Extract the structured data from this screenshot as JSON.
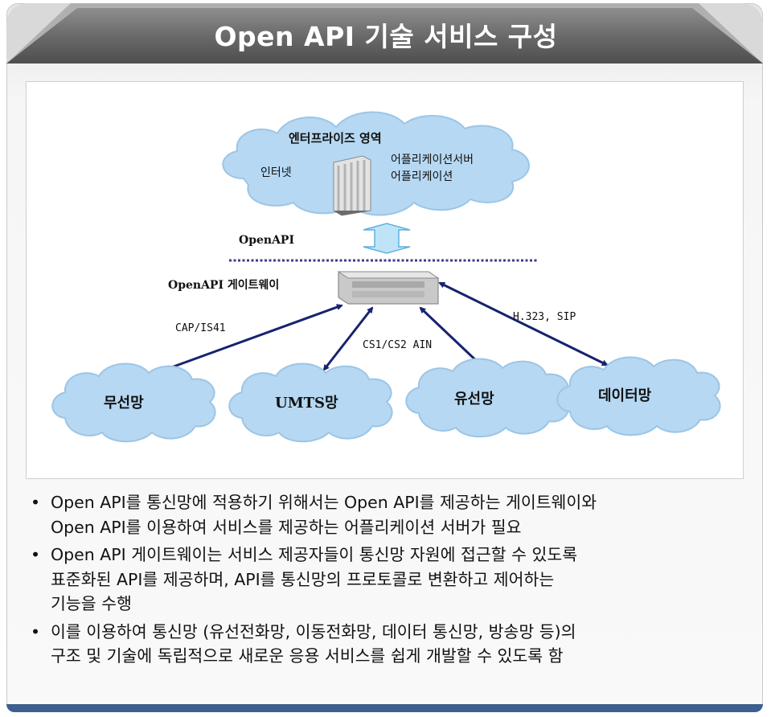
{
  "header": {
    "title": "Open API 기술 서비스 구성"
  },
  "diagram": {
    "enterprise": {
      "title": "엔터프라이즈 영역",
      "internet": "인터넷",
      "app_server": "어플리케이션서버",
      "application": "어플리케이션"
    },
    "openapi_label": "OpenAPI",
    "gateway_label": "OpenAPI 게이트웨이",
    "links": {
      "cap": "CAP/IS41",
      "cs": "CS1/CS2 AIN",
      "h323": "H.323, SIP"
    },
    "networks": {
      "wireless": "무선망",
      "umts": "UMTS망",
      "wired": "유선망",
      "data": "데이터망"
    }
  },
  "bullets": [
    {
      "symbol": "•",
      "lines": [
        "Open API를 통신망에 적용하기 위해서는 Open API를 제공하는 게이트웨이와",
        "Open API를 이용하여 서비스를 제공하는 어플리케이션 서버가 필요"
      ]
    },
    {
      "symbol": "•",
      "lines": [
        "Open API 게이트웨이는 서비스 제공자들이 통신망 자원에 접근할 수 있도록",
        "표준화된 API를 제공하며, API를 통신망의 프로토콜로 변환하고 제어하는",
        "기능을 수행"
      ]
    },
    {
      "symbol": "•",
      "lines": [
        "이를 이용하여 통신망 (유선전화망, 이동전화망, 데이터 통신망, 방송망 등)의",
        "구조 및 기술에 독립적으로 새로운 응용 서비스를 쉽게 개발할 수 있도록 함"
      ]
    }
  ],
  "colors": {
    "header_bar": "#3c5f8f",
    "cloud_fill": "#b6d8f2",
    "arrow": "#16236e",
    "dotted_line": "#3b3d8c"
  }
}
